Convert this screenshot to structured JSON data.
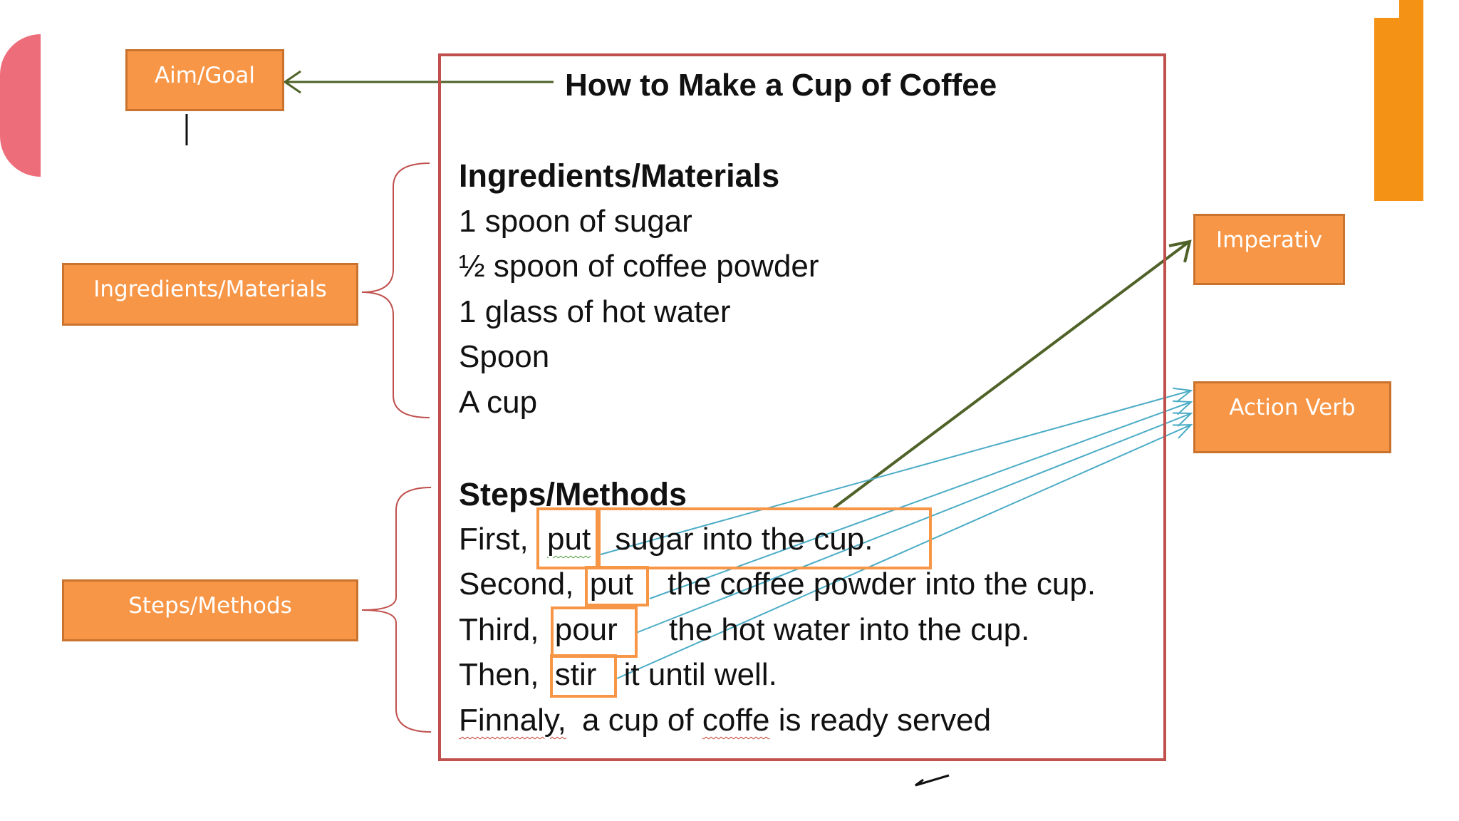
{
  "labels": {
    "aim_goal": "Aim/Goal",
    "ingredients_materials": "Ingredients/Materials",
    "steps_methods": "Steps/Methods",
    "imperativ": "Imperativ",
    "action_verb": "Action Verb"
  },
  "document": {
    "title": "How to Make a Cup of Coffee",
    "ingredients_heading": "Ingredients/Materials",
    "ingredients": [
      "1 spoon of sugar",
      "½ spoon of coffee powder",
      "1 glass of hot water",
      "Spoon",
      "A cup"
    ],
    "steps_heading": "Steps/Methods",
    "steps": [
      {
        "lead": "First,",
        "verb": "put",
        "rest": "sugar into the cup."
      },
      {
        "lead": "Second,",
        "verb": "put",
        "rest": "the coffee powder into the cup."
      },
      {
        "lead": "Third,",
        "verb": "pour",
        "rest": "the hot water into the cup."
      },
      {
        "lead": "Then,",
        "verb": "stir",
        "rest": "it until well."
      }
    ],
    "closing": {
      "word": "Finnaly,",
      "middle": "a cup of",
      "word2": "coffe",
      "end": "is ready served"
    }
  },
  "colors": {
    "label_fill": "#f79646",
    "label_border": "#c9732e",
    "frame_border": "#c0504d",
    "aim_arrow": "#4f6228",
    "imperativ_arrow": "#4f6228",
    "action_arrow": "#4bacc6",
    "bracket": "#c0504d",
    "deco_pink": "#ed6e7a",
    "deco_orange": "#f39215"
  }
}
